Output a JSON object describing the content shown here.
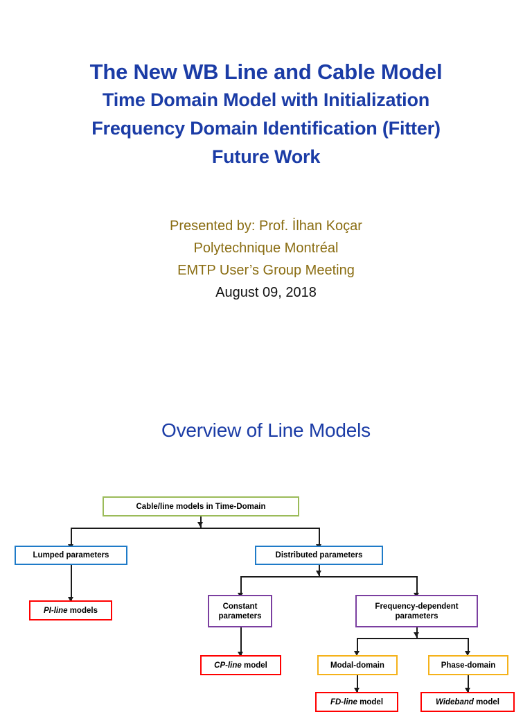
{
  "slide": {
    "title": {
      "main": "The New WB Line and Cable Model",
      "line2": "Time Domain Model with Initialization",
      "line3": "Frequency Domain Identification (Fitter)",
      "line4": "Future Work",
      "color": "#1B3CA6"
    },
    "presenter": {
      "line1": "Presented by: Prof. İlhan Koçar",
      "line2": "Polytechnique Montréal",
      "line3": "EMTP User’s Group Meeting",
      "date": "August 09, 2018",
      "color": "#8A6D12",
      "date_color": "#111111"
    },
    "section_heading": "Overview of Line Models"
  },
  "diagram": {
    "type": "flowchart",
    "nodes": {
      "root": {
        "label": "Cable/line models in Time-Domain",
        "border_color": "#9BBB59"
      },
      "lumped": {
        "label": "Lumped parameters",
        "border_color": "#1F7BC8"
      },
      "distributed": {
        "label": "Distributed parameters",
        "border_color": "#1F7BC8"
      },
      "pi_line": {
        "label_em": "PI-line",
        "label_rest": " models",
        "border_color": "#FF0000"
      },
      "constant": {
        "label_l1": "Constant",
        "label_l2": "parameters",
        "border_color": "#7B3FA0"
      },
      "freq_dep": {
        "label_l1": "Frequency-dependent",
        "label_l2": "parameters",
        "border_color": "#7B3FA0"
      },
      "cp_line": {
        "label_em": "CP-line",
        "label_rest": " model",
        "border_color": "#FF0000"
      },
      "modal": {
        "label": "Modal-domain",
        "border_color": "#F5B21A"
      },
      "phase": {
        "label": "Phase-domain",
        "border_color": "#F5B21A"
      },
      "fd_line": {
        "label_em": "FD-line",
        "label_rest": " model",
        "border_color": "#FF0000"
      },
      "wideband": {
        "label_em": "Wideband",
        "label_rest": " model",
        "border_color": "#FF0000"
      }
    },
    "edges": [
      {
        "from": "root",
        "to": "lumped"
      },
      {
        "from": "root",
        "to": "distributed"
      },
      {
        "from": "lumped",
        "to": "pi_line"
      },
      {
        "from": "distributed",
        "to": "constant"
      },
      {
        "from": "distributed",
        "to": "freq_dep"
      },
      {
        "from": "constant",
        "to": "cp_line"
      },
      {
        "from": "freq_dep",
        "to": "modal"
      },
      {
        "from": "freq_dep",
        "to": "phase"
      },
      {
        "from": "modal",
        "to": "fd_line"
      },
      {
        "from": "phase",
        "to": "wideband"
      }
    ]
  }
}
